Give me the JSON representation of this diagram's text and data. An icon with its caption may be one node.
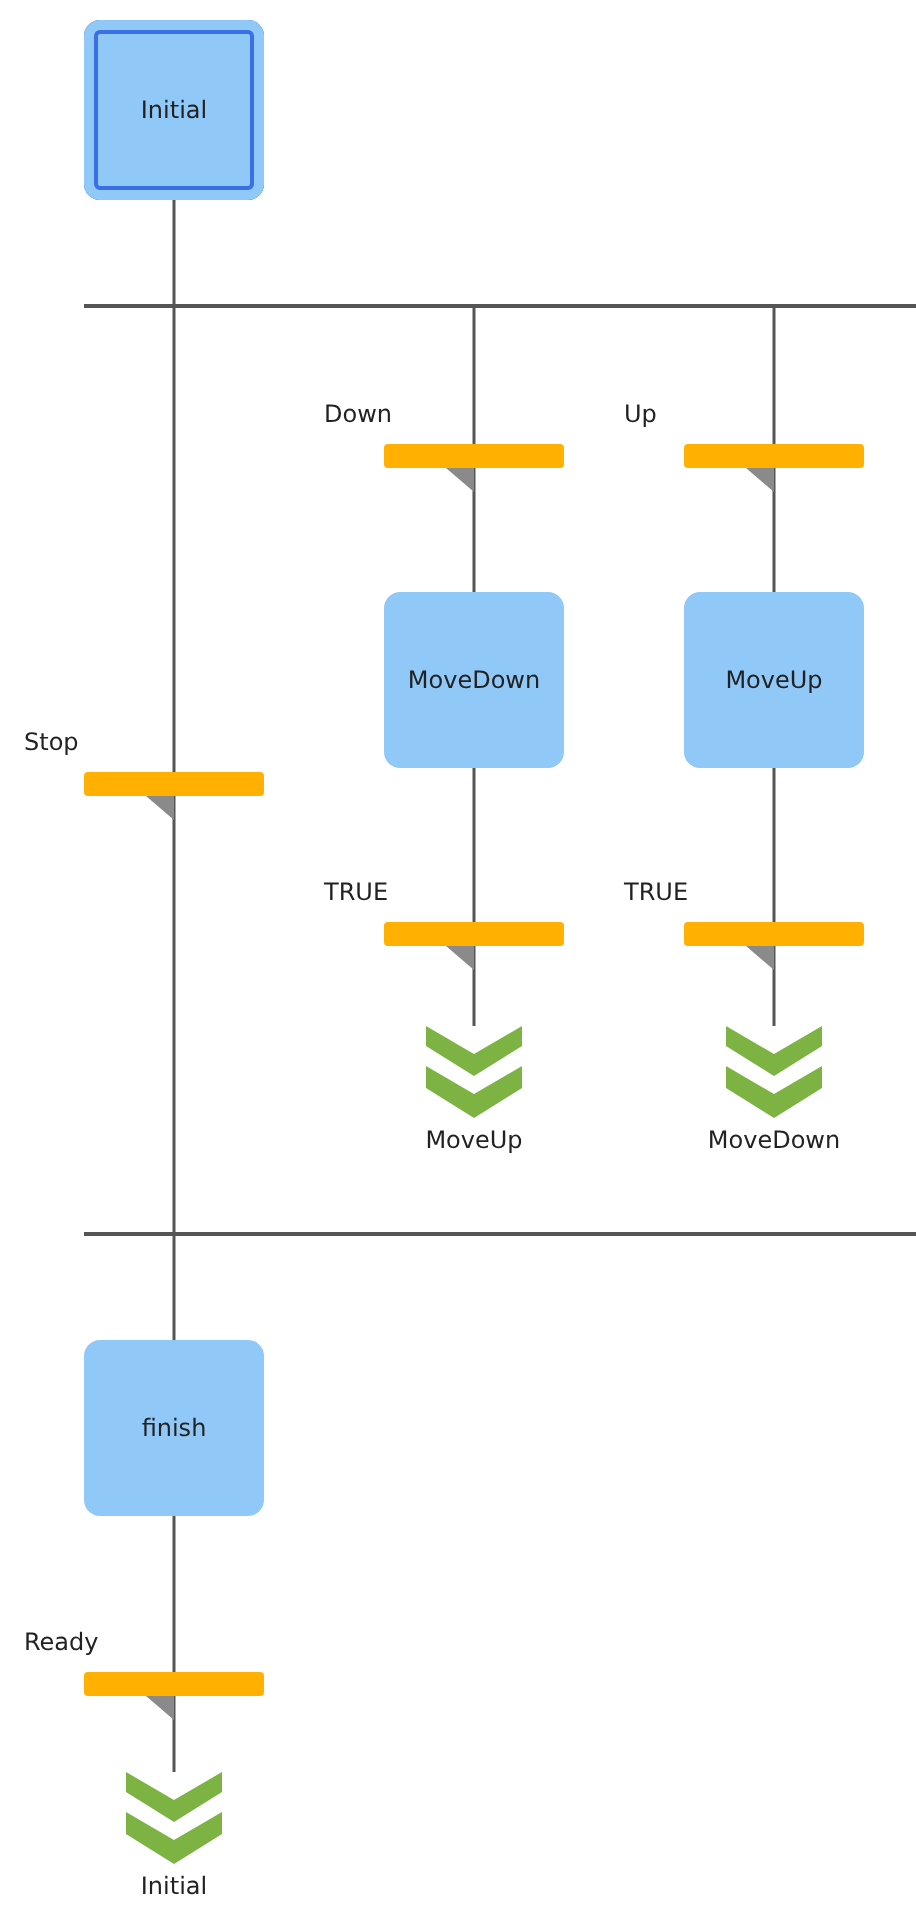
{
  "diagram": {
    "nodes": [
      {
        "text": [
          "Initial"
        ]
      },
      {
        "text": [],
        "shape": "bar"
      },
      {
        "text": [
          "Stop"
        ]
      },
      {
        "text": [
          "Down"
        ]
      },
      {
        "text": [
          "Up"
        ]
      },
      {
        "text": [
          "MoveDown"
        ]
      },
      {
        "text": [
          "MoveUp"
        ]
      },
      {
        "text": [
          "TRUE"
        ]
      },
      {
        "text": [
          "TRUE"
        ]
      },
      {
        "text": [
          "MoveUp"
        ]
      },
      {
        "text": [
          "MoveDown"
        ]
      },
      {
        "text": [],
        "shape": "bar"
      },
      {
        "text": [
          "finish"
        ]
      },
      {
        "text": [
          "Ready"
        ]
      },
      {
        "text": [
          "Initial"
        ]
      }
    ],
    "edges": [
      {
        "from": 0,
        "to": 1,
        "arrow": "none"
      },
      {
        "from": 1,
        "to": 2,
        "arrow": "none"
      },
      {
        "from": 1,
        "to": 3,
        "arrow": "none"
      },
      {
        "from": 1,
        "to": 4,
        "arrow": "none"
      },
      {
        "from": 3,
        "to": 5,
        "arrow": "none"
      },
      {
        "from": 4,
        "to": 6,
        "arrow": "none"
      },
      {
        "from": 5,
        "to": 7,
        "arrow": "none"
      },
      {
        "from": 6,
        "to": 8,
        "arrow": "none"
      },
      {
        "from": 7,
        "to": 9,
        "arrow": "none"
      },
      {
        "from": 8,
        "to": 10,
        "arrow": "none"
      },
      {
        "from": 2,
        "to": 11,
        "arrow": "none"
      },
      {
        "from": 11,
        "to": 12,
        "arrow": "none"
      },
      {
        "from": 12,
        "to": 13,
        "arrow": "none"
      },
      {
        "from": 13,
        "to": 14,
        "arrow": "none"
      }
    ]
  }
}
